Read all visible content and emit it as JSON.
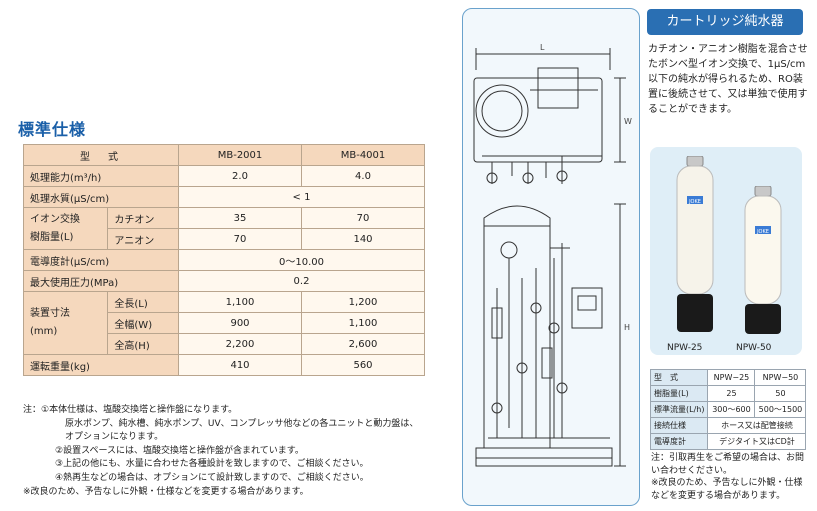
{
  "title": "標準仕様",
  "spec_table": {
    "header": {
      "label": "型　式",
      "col1": "MB-2001",
      "col2": "MB-4001"
    },
    "rows": {
      "capacity": {
        "label": "処理能力(m³/h)",
        "v1": "2.0",
        "v2": "4.0"
      },
      "quality": {
        "label": "処理水質(μS/cm)",
        "v": "< 1"
      },
      "resin_group": "イオン交換\n樹脂量(L)",
      "resin_cation": {
        "label": "カチオン",
        "v1": "35",
        "v2": "70"
      },
      "resin_anion": {
        "label": "アニオン",
        "v1": "70",
        "v2": "140"
      },
      "conductivity": {
        "label": "電導度計(μS/cm)",
        "v": "0〜10.00"
      },
      "pressure": {
        "label": "最大使用圧力(MPa)",
        "v": "0.2"
      },
      "dims_group": "装置寸法\n(mm)",
      "length": {
        "label": "全長(L)",
        "v1": "1,100",
        "v2": "1,200"
      },
      "width": {
        "label": "全幅(W)",
        "v1": "900",
        "v2": "1,100"
      },
      "height": {
        "label": "全高(H)",
        "v1": "2,200",
        "v2": "2,600"
      },
      "weight": {
        "label": "運転重量(kg)",
        "v1": "410",
        "v2": "560"
      }
    }
  },
  "notes": [
    "注：①本体仕様は、塩酸交換塔と操作盤になります。",
    "原水ポンプ、純水槽、純水ポンプ、UV、コンプレッサ他などの各ユニットと動力盤は、",
    "オプションになります。",
    "②設置スペースには、塩酸交換塔と操作盤が含まれています。",
    "③上記の他にも、水量に合わせた各種設計を致しますので、ご相談ください。",
    "④熱再生などの場合は、オプションにて設計致しますので、ご相談ください。",
    "※改良のため、予告なしに外観・仕様などを変更する場合があります。"
  ],
  "diagram": {
    "label_l": "L",
    "label_w": "W",
    "label_h": "H"
  },
  "cartridge": {
    "badge": "カートリッジ純水器",
    "intro": "カチオン・アニオン樹脂を混合させたボンベ型イオン交換で、1μS/cm以下の純水が得られるため、RO装置に後続させて、又は単独で使用することができます。",
    "model1": "NPW-25",
    "model2": "NPW-50",
    "bottle_label": "JOKE",
    "table": {
      "header": {
        "label": "型　式",
        "c1": "NPW−25",
        "c2": "NPW−50"
      },
      "resin": {
        "label": "樹脂量(L)",
        "c1": "25",
        "c2": "50"
      },
      "flow": {
        "label": "標準流量(L/h)",
        "c1": "300〜600",
        "c2": "500〜1500"
      },
      "connection": {
        "label": "接続仕様",
        "v": "ホース又は配管接続"
      },
      "meter": {
        "label": "電導度計",
        "v": "デジタイト又はCD計"
      }
    },
    "notes": [
      "注：引取再生をご希望の場合は、お問い合わせください。",
      "※改良のため、予告なしに外観・仕様などを変更する場合があります。"
    ]
  },
  "colors": {
    "header_bg": "#f5d8bd",
    "cell_bg": "#fff8ee",
    "accent": "#2a6fb3",
    "title": "#1a5fa8"
  }
}
